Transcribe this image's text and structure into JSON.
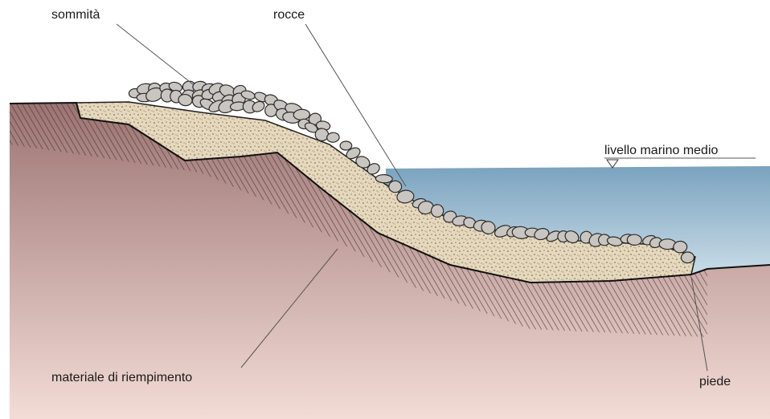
{
  "labels": {
    "sommita": "sommità",
    "rocce": "rocce",
    "livello": "livello marino medio",
    "materiale": "materiale di riempimento",
    "piede": "piede"
  },
  "colors": {
    "soil_top": "#9c7472",
    "soil_bottom": "#f3dcd6",
    "water_top": "#7aa3bf",
    "water_bottom": "#cfe0ea",
    "filter_layer": "#e6d8bd",
    "rock_fill": "#c9c5c0",
    "rock_stroke": "#2b2b2b",
    "leader_line": "#555555"
  },
  "icons": {
    "water_level_marker": "inverted-triangle"
  }
}
